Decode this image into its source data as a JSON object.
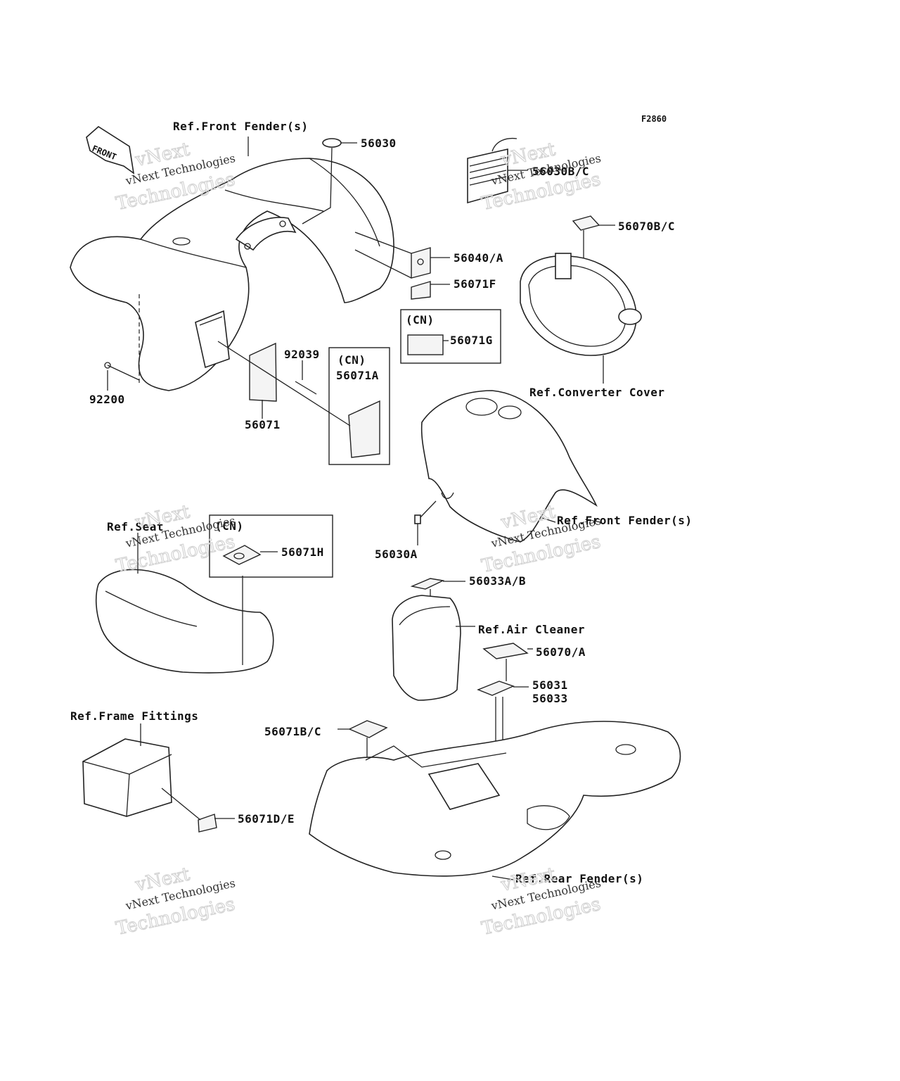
{
  "figure_code": "F2860",
  "front_arrow": "FRONT",
  "refs": {
    "front_fender_top": "Ref.Front Fender(s)",
    "converter_cover": "Ref.Converter Cover",
    "front_fender_mid": "Ref.Front Fender(s)",
    "seat": "Ref.Seat",
    "air_cleaner": "Ref.Air Cleaner",
    "frame_fittings": "Ref.Frame Fittings",
    "rear_fender": "Ref.Rear Fender(s)"
  },
  "parts": {
    "p56030": "56030",
    "p56030bc": "56030B/C",
    "p56070bc": "56070B/C",
    "p56040a": "56040/A",
    "p56071f": "56071F",
    "cn_g": "(CN)",
    "p56071g": "56071G",
    "p92039": "92039",
    "cn_a": "(CN)",
    "p56071a": "56071A",
    "p92200": "92200",
    "p56071": "56071",
    "p56030a": "56030A",
    "cn_h": "(CN)",
    "p56071h": "56071H",
    "p56033ab": "56033A/B",
    "p56070a": "56070/A",
    "p56031": "56031",
    "p56033": "56033",
    "p56071bc": "56071B/C",
    "p56071de": "56071D/E"
  },
  "watermark": {
    "line1": "vNext Technologies",
    "line2": "vNext",
    "line3": "Technologies"
  }
}
